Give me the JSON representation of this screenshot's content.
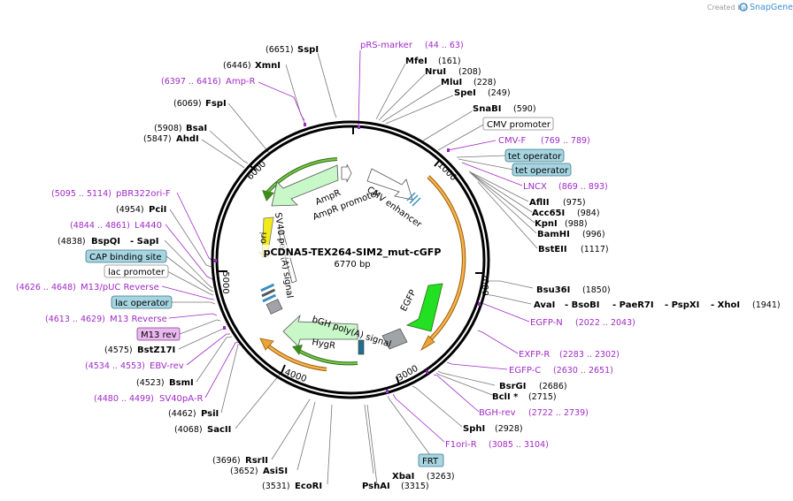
{
  "credit": {
    "text": "Created by",
    "brand": "SnapGene"
  },
  "plasmid": {
    "name": "pCDNA5-TEX264-SIM2_mut-cGFP",
    "size": "6770 bp"
  },
  "ticks": [
    "1000",
    "2000",
    "3000",
    "4000",
    "5000",
    "6000"
  ],
  "features": {
    "ampr": "AmpR",
    "ampr_promoter": "AmpR promoter",
    "cmv_enhancer": "CMV enhancer",
    "ori": "ori",
    "sv40_signal": "SV40 poly(A) signal",
    "egfp": "EGFP",
    "bgh_signal": "bGH poly(A) signal",
    "hygr": "HygR"
  },
  "labels": {
    "sspi": {
      "name": "SspI",
      "pos": "(6651)"
    },
    "prs_marker": {
      "name": "pRS-marker",
      "range": "(44 .. 63)"
    },
    "xmni": {
      "name": "XmnI",
      "pos": "(6446)"
    },
    "mfei": {
      "name": "MfeI",
      "pos": "(161)"
    },
    "ampr_p": {
      "name": "Amp-R",
      "range": "(6397 .. 6416)"
    },
    "nrui": {
      "name": "NruI",
      "pos": "(208)"
    },
    "mlui": {
      "name": "MluI",
      "pos": "(228)"
    },
    "spei": {
      "name": "SpeI",
      "pos": "(249)"
    },
    "fspi": {
      "name": "FspI",
      "pos": "(6069)"
    },
    "snabi": {
      "name": "SnaBI",
      "pos": "(590)"
    },
    "cmv_promoter": {
      "name": "CMV promoter"
    },
    "bsai": {
      "name": "BsaI",
      "pos": "(5908)"
    },
    "ahdi": {
      "name": "AhdI",
      "pos": "(5847)"
    },
    "cmv_f": {
      "name": "CMV-F",
      "range": "(769 .. 789)"
    },
    "tet1": {
      "name": "tet operator"
    },
    "tet2": {
      "name": "tet operator"
    },
    "lncx": {
      "name": "LNCX",
      "range": "(869 .. 893)"
    },
    "pbr322ori_f": {
      "name": "pBR322ori-F",
      "range": "(5095 .. 5114)"
    },
    "afliii": {
      "name": "AflII",
      "pos": "(975)"
    },
    "pcii": {
      "name": "PciI",
      "pos": "(4954)"
    },
    "acc65i": {
      "name": "Acc65I",
      "pos": "(984)"
    },
    "l4440": {
      "name": "L4440",
      "range": "(4844 .. 4861)"
    },
    "kpni": {
      "name": "KpnI",
      "pos": "(988)"
    },
    "bspqi": {
      "name": "BspQI",
      "sep": "- SapI",
      "pos": "(4838)"
    },
    "bamhi": {
      "name": "BamHI",
      "pos": "(996)"
    },
    "cap": {
      "name": "CAP binding site"
    },
    "bsteii": {
      "name": "BstEII",
      "pos": "(1117)"
    },
    "lac_promoter": {
      "name": "lac promoter"
    },
    "m13puc": {
      "name": "M13/pUC Reverse",
      "range": "(4626 .. 4648)"
    },
    "bsu36i": {
      "name": "Bsu36I",
      "pos": "(1850)"
    },
    "lac_operator": {
      "name": "lac operator"
    },
    "avai_group": {
      "a": "AvaI",
      "b": "- BsoBI",
      "c": "- PaeR7I",
      "d": "- PspXI",
      "e": "- XhoI",
      "pos": "(1941)"
    },
    "m13rev_p": {
      "name": "M13 Reverse",
      "range": "(4613 .. 4629)"
    },
    "egfp_n": {
      "name": "EGFP-N",
      "range": "(2022 .. 2043)"
    },
    "m13rev_box": {
      "name": "M13 rev"
    },
    "bstz17i": {
      "name": "BstZ17I",
      "pos": "(4575)"
    },
    "exfp_r": {
      "name": "EXFP-R",
      "range": "(2283 .. 2302)"
    },
    "ebv_rev": {
      "name": "EBV-rev",
      "range": "(4534 .. 4553)"
    },
    "egfp_c": {
      "name": "EGFP-C",
      "range": "(2630 .. 2651)"
    },
    "bsmi": {
      "name": "BsmI",
      "pos": "(4523)"
    },
    "bsrgi": {
      "name": "BsrGI",
      "pos": "(2686)"
    },
    "sv40pa_r": {
      "name": "SV40pA-R",
      "range": "(4480 .. 4499)"
    },
    "bcli": {
      "name": "BclI *",
      "pos": "(2715)"
    },
    "psii": {
      "name": "PsiI",
      "pos": "(4462)"
    },
    "bgh_rev": {
      "name": "BGH-rev",
      "range": "(2722 .. 2739)"
    },
    "sacii": {
      "name": "SacII",
      "pos": "(4068)"
    },
    "sphi": {
      "name": "SphI",
      "pos": "(2928)"
    },
    "f1ori_r": {
      "name": "F1ori-R",
      "range": "(3085 .. 3104)"
    },
    "frt": {
      "name": "FRT"
    },
    "rsrii": {
      "name": "RsrII",
      "pos": "(3696)"
    },
    "asisi": {
      "name": "AsiSI",
      "pos": "(3652)"
    },
    "xbai": {
      "name": "XbaI",
      "pos": "(3263)"
    },
    "ecori": {
      "name": "EcoRI",
      "pos": "(3531)"
    },
    "pshai": {
      "name": "PshAI",
      "pos": "(3315)"
    }
  },
  "colors": {
    "purple": "#a02ac7",
    "feature_green": "#c8f7c8",
    "egfp_green": "#22e022",
    "box_blue": "#a6d4e0",
    "box_pink": "#e8b8ee",
    "orange": "#e8a33a",
    "dark_green": "#3d8a1f",
    "yellow": "#f2ea1a"
  }
}
